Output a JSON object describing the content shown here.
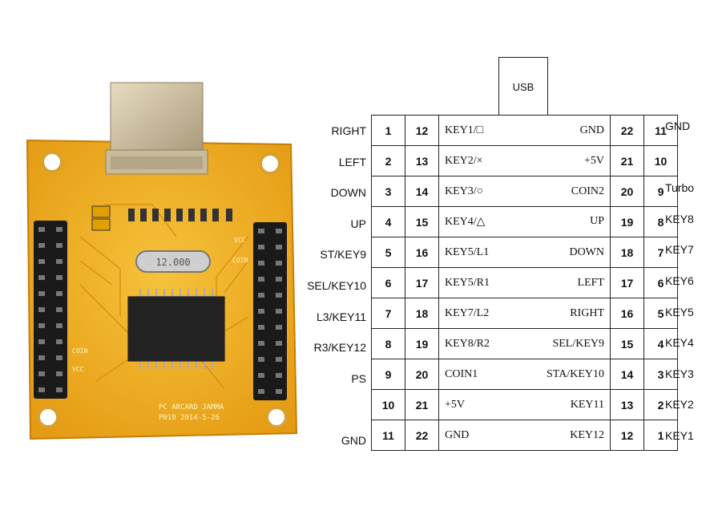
{
  "usb_label": "USB",
  "pcb": {
    "silkscreen_line1": "PC ARCARD JAMMA",
    "silkscreen_line2": "P019  2014-5-26",
    "crystal": "12.000",
    "pin_labels": [
      "VCC",
      "COIN",
      "COIN",
      "VCC"
    ]
  },
  "rows": [
    {
      "left_label": "RIGHT",
      "a": "1",
      "b": "12",
      "sig_left": "KEY1/□",
      "sig_right": "GND",
      "c": "22",
      "d": "11",
      "right_label": "GND"
    },
    {
      "left_label": "LEFT",
      "a": "2",
      "b": "13",
      "sig_left": "KEY2/×",
      "sig_right": "+5V",
      "c": "21",
      "d": "10",
      "right_label": ""
    },
    {
      "left_label": "DOWN",
      "a": "3",
      "b": "14",
      "sig_left": "KEY3/○",
      "sig_right": "COIN2",
      "c": "20",
      "d": "9",
      "right_label": "Turbo"
    },
    {
      "left_label": "UP",
      "a": "4",
      "b": "15",
      "sig_left": "KEY4/△",
      "sig_right": "UP",
      "c": "19",
      "d": "8",
      "right_label": "KEY8"
    },
    {
      "left_label": "ST/KEY9",
      "a": "5",
      "b": "16",
      "sig_left": "KEY5/L1",
      "sig_right": "DOWN",
      "c": "18",
      "d": "7",
      "right_label": "KEY7"
    },
    {
      "left_label": "SEL/KEY10",
      "a": "6",
      "b": "17",
      "sig_left": "KEY5/R1",
      "sig_right": "LEFT",
      "c": "17",
      "d": "6",
      "right_label": "KEY6"
    },
    {
      "left_label": "L3/KEY11",
      "a": "7",
      "b": "18",
      "sig_left": "KEY7/L2",
      "sig_right": "RIGHT",
      "c": "16",
      "d": "5",
      "right_label": "KEY5"
    },
    {
      "left_label": "R3/KEY12",
      "a": "8",
      "b": "19",
      "sig_left": "KEY8/R2",
      "sig_right": "SEL/KEY9",
      "c": "15",
      "d": "4",
      "right_label": "KEY4"
    },
    {
      "left_label": "PS",
      "a": "9",
      "b": "20",
      "sig_left": "COIN1",
      "sig_right": "STA/KEY10",
      "c": "14",
      "d": "3",
      "right_label": "KEY3"
    },
    {
      "left_label": "",
      "a": "10",
      "b": "21",
      "sig_left": "+5V",
      "sig_right": "KEY11",
      "c": "13",
      "d": "2",
      "right_label": "KEY2"
    },
    {
      "left_label": "GND",
      "a": "11",
      "b": "22",
      "sig_left": "GND",
      "sig_right": "KEY12",
      "c": "12",
      "d": "1",
      "right_label": "KEY1"
    }
  ]
}
